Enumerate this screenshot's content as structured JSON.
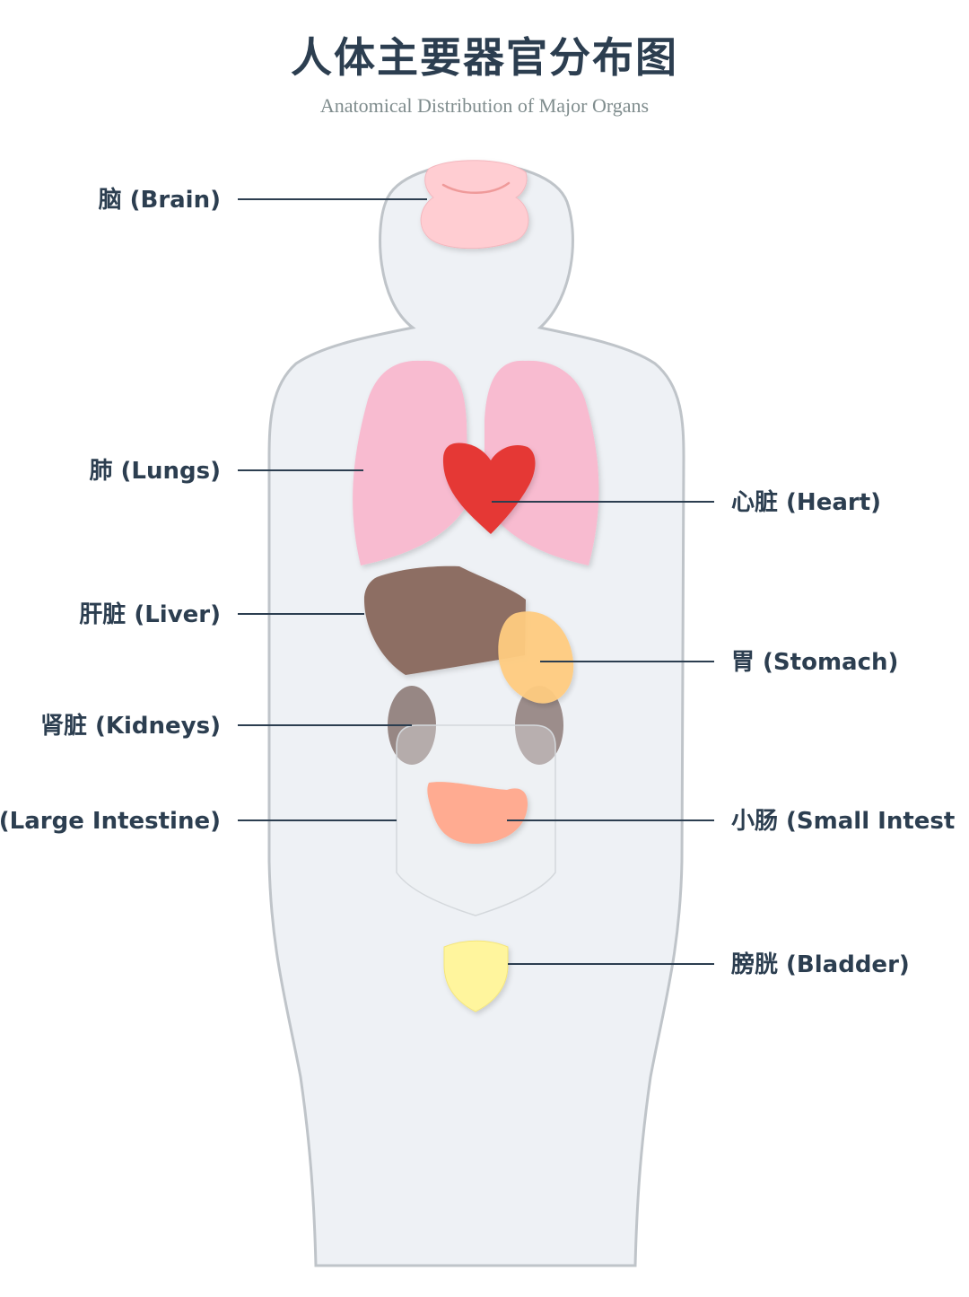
{
  "header": {
    "title": "人体主要器官分布图",
    "subtitle": "Anatomical Distribution of Major Organs"
  },
  "organs": {
    "brain": {
      "label": "脑 (Brain)",
      "color": "#ffcdd2"
    },
    "lungs": {
      "label": "肺 (Lungs)",
      "color": "#f8bbd0"
    },
    "heart": {
      "label": "心脏 (Heart)",
      "color": "#e53935"
    },
    "liver": {
      "label": "肝脏 (Liver)",
      "color": "#8d6e63"
    },
    "stomach": {
      "label": "胃 (Stomach)",
      "color": "#ffcc80"
    },
    "kidneys": {
      "label": "肾脏 (Kidneys)",
      "color": "#8d7b78"
    },
    "large_intestine": {
      "label": "(Large Intestine)",
      "color": "#eef0f3"
    },
    "small_intestine": {
      "label": "小肠 (Small Intest",
      "color": "#ffab91"
    },
    "bladder": {
      "label": "膀胱 (Bladder)",
      "color": "#fff59d"
    }
  },
  "colors": {
    "body_fill": "#eef1f5",
    "body_stroke": "#bfc4c9",
    "leader_line": "#2c3e50",
    "title": "#2c3e50",
    "subtitle": "#7f8c8d"
  }
}
